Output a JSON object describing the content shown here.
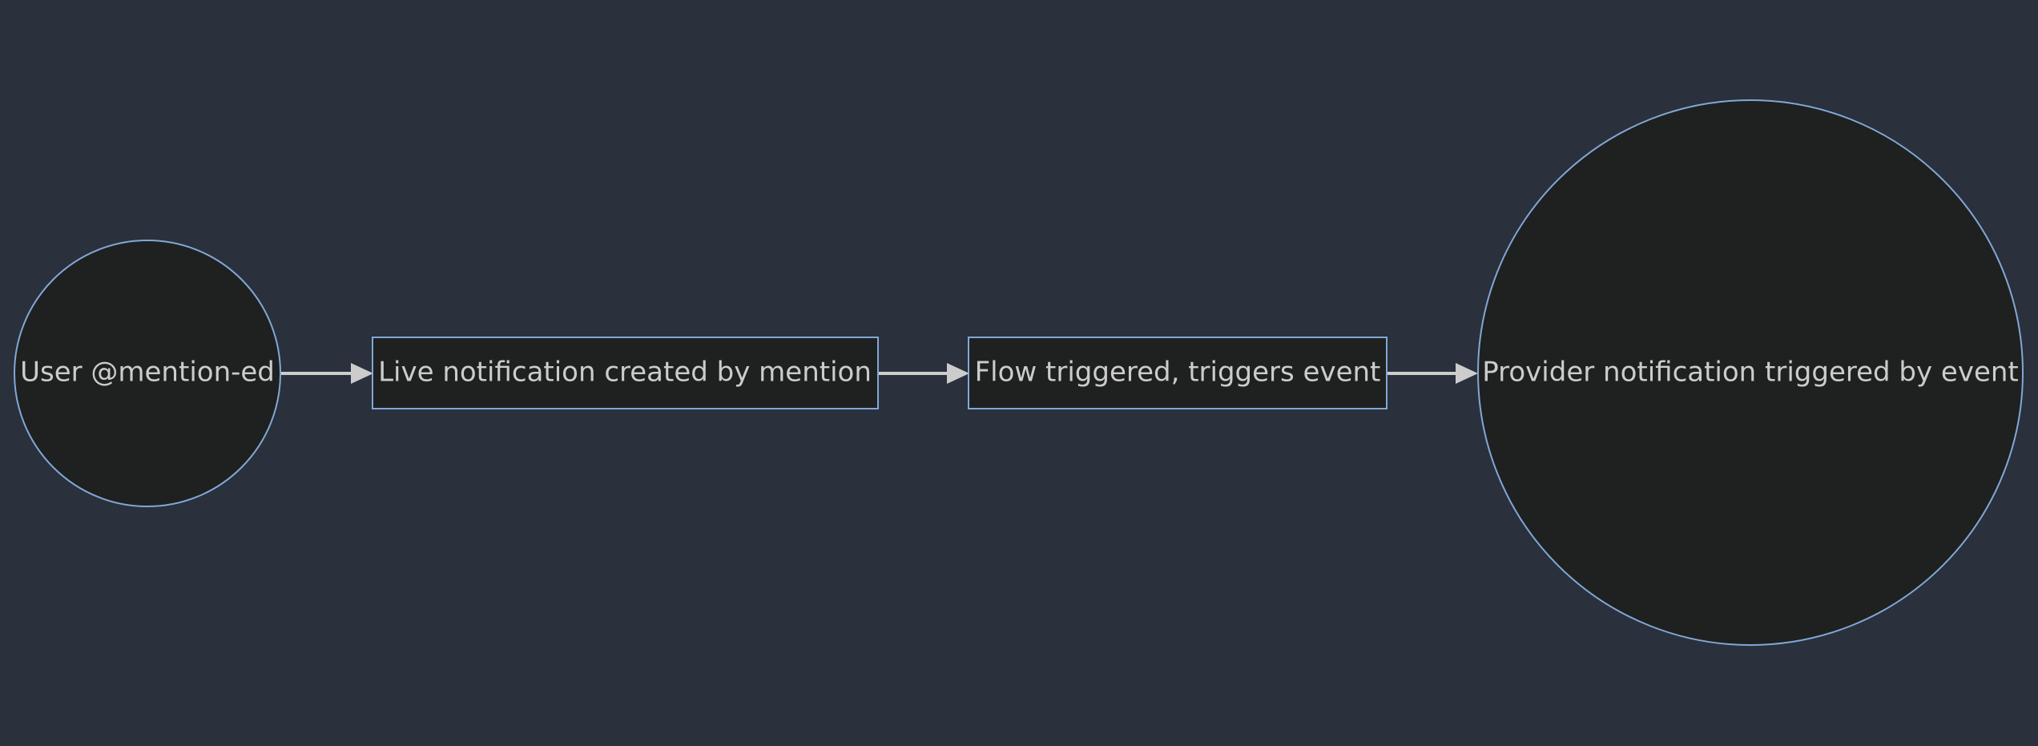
{
  "diagram": {
    "type": "flowchart",
    "direction": "left-to-right",
    "colors": {
      "background": "#2a303c",
      "node_fill": "#1f2020",
      "node_border": "#81a8d6",
      "text": "#cccccc",
      "edge": "#cccccc"
    },
    "nodes": [
      {
        "id": "user",
        "shape": "circle",
        "label": "User @mention-ed"
      },
      {
        "id": "live",
        "shape": "rectangle",
        "label": "Live notification created by mention"
      },
      {
        "id": "flow",
        "shape": "rectangle",
        "label": "Flow triggered, triggers event"
      },
      {
        "id": "provider",
        "shape": "circle",
        "label": "Provider notification triggered by event"
      }
    ],
    "edges": [
      {
        "from": "user",
        "to": "live"
      },
      {
        "from": "live",
        "to": "flow"
      },
      {
        "from": "flow",
        "to": "provider"
      }
    ]
  }
}
